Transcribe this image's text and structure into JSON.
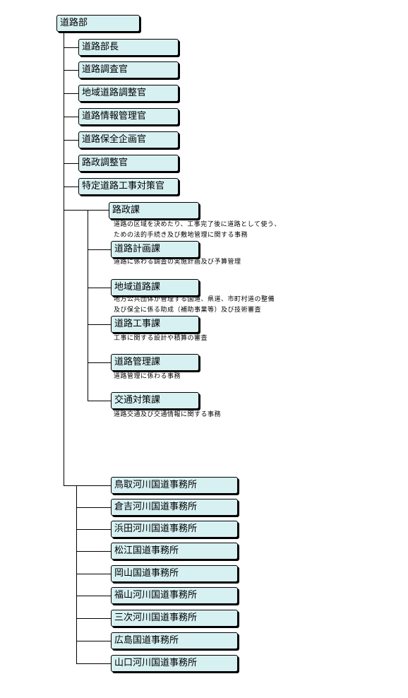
{
  "root": "道路部",
  "officers": [
    "道路部長",
    "道路調査官",
    "地域道路調整官",
    "道路情報管理官",
    "道路保全企画官",
    "路政調整官",
    "特定道路工事対策官"
  ],
  "sections": [
    {
      "name": "路政課",
      "desc": "道路の区域を決めたり、工事完了後に道路として使う、\nための法的手続き及び敷地管理に関する事務"
    },
    {
      "name": "道路計画課",
      "desc": "道路に係わる調査の実施計画及び予算管理"
    },
    {
      "name": "地域道路課",
      "desc": "地方公共団体が管理する国道、県道、市町村道の整備\n及び保全に係る助成（補助事業等）及び技術審査"
    },
    {
      "name": "道路工事課",
      "desc": "工事に関する設計や積算の審査"
    },
    {
      "name": "道路管理課",
      "desc": "道路管理に係わる事務"
    },
    {
      "name": "交通対策課",
      "desc": "道路交通及び交通情報に関する事務"
    }
  ],
  "offices": [
    "鳥取河川国道事務所",
    "倉吉河川国道事務所",
    "浜田河川国道事務所",
    "松江国道事務所",
    "岡山国道事務所",
    "福山河川国道事務所",
    "三次河川国道事務所",
    "広島国道事務所",
    "山口河川国道事務所"
  ]
}
